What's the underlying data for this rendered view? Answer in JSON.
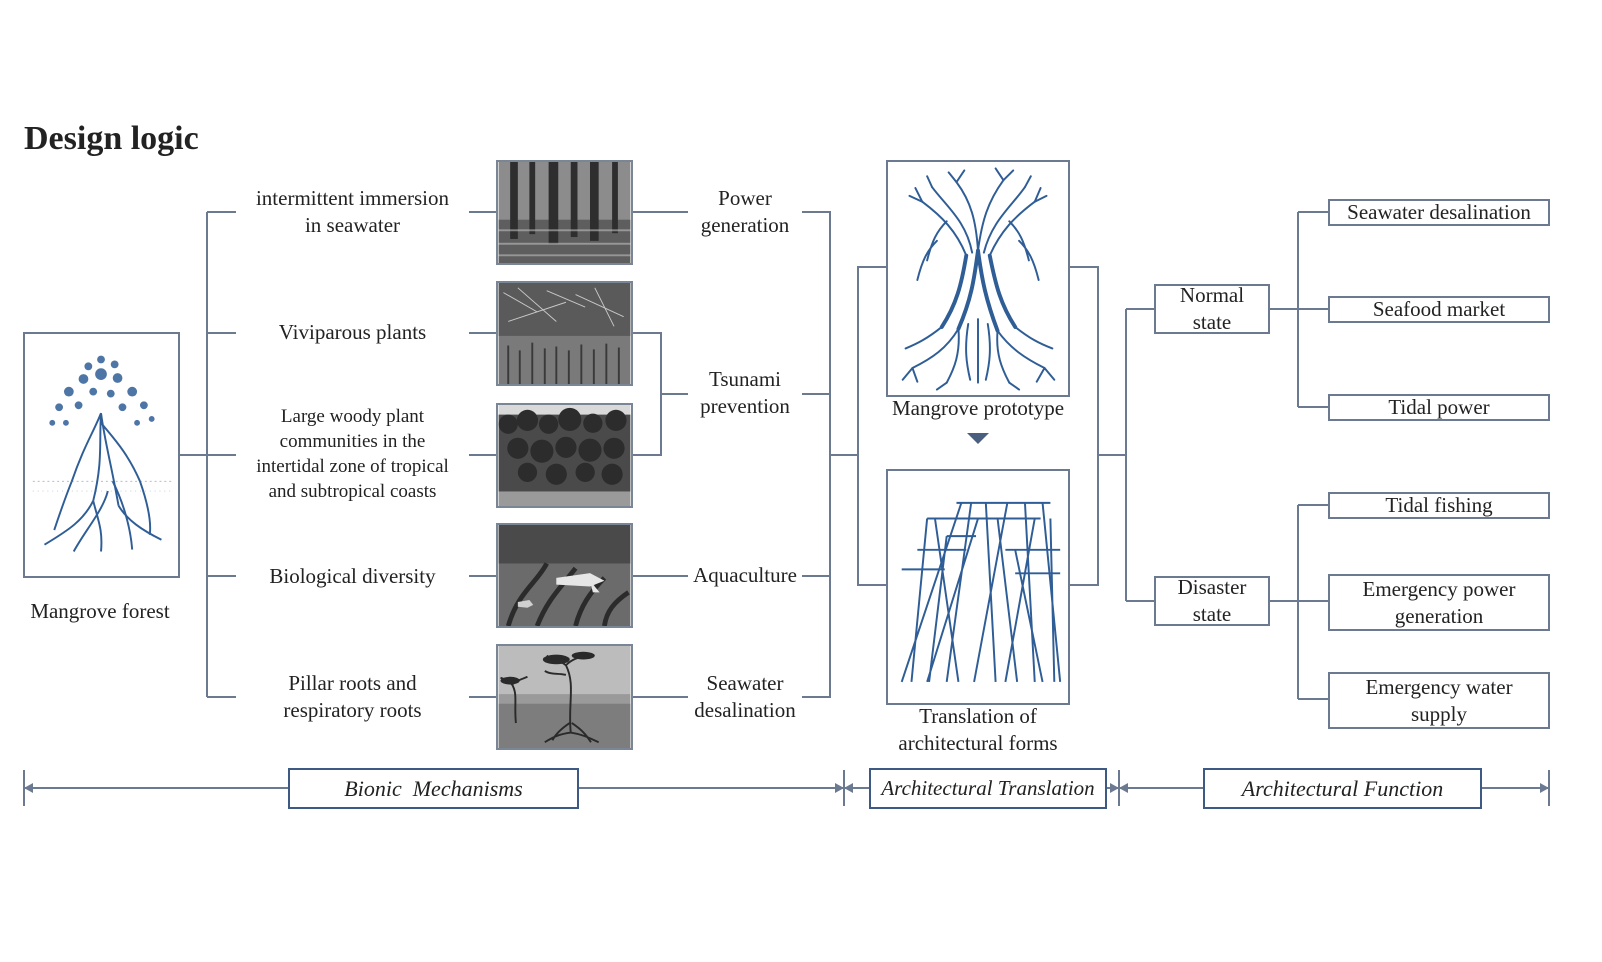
{
  "title": "Design logic",
  "mangrove_forest": {
    "label": "Mangrove forest",
    "illustration_icon": "mangrove-tree-sketch-icon"
  },
  "mechanisms": [
    {
      "label": "intermittent immersion\nin seawater",
      "photo_icon": "flooded-forest-photo"
    },
    {
      "label": "Viviparous plants",
      "photo_icon": "seedlings-photo"
    },
    {
      "label": "Large woody plant\ncommunities in the\nintertidal zone of tropical\nand subtropical coasts",
      "photo_icon": "coastal-forest-photo"
    },
    {
      "label": "Biological diversity",
      "photo_icon": "underwater-roots-photo"
    },
    {
      "label": "Pillar roots and\nrespiratory roots",
      "photo_icon": "prop-roots-photo"
    }
  ],
  "benefits": [
    {
      "label": "Power\ngeneration"
    },
    {
      "label": "Tsunami\nprevention"
    },
    {
      "label": "Aquaculture"
    },
    {
      "label": "Seawater\ndesalination"
    }
  ],
  "translation": {
    "prototype_label": "Mangrove prototype",
    "forms_label": "Translation of\narchitectural forms",
    "arrow_icon": "triangle-down-icon"
  },
  "states": [
    {
      "label": "Normal\nstate",
      "functions": [
        "Seawater desalination",
        "Seafood market",
        "Tidal power"
      ]
    },
    {
      "label": "Disaster\nstate",
      "functions": [
        "Tidal fishing",
        "Emergency power\ngeneration",
        "Emergency water\nsupply"
      ]
    }
  ],
  "phases": [
    "Bionic  Mechanisms",
    "Architectural Translation",
    "Architectural Function"
  ],
  "colors": {
    "line": "#6b7a91",
    "accent": "#2f5d96",
    "phase_border": "#3d5a85"
  }
}
